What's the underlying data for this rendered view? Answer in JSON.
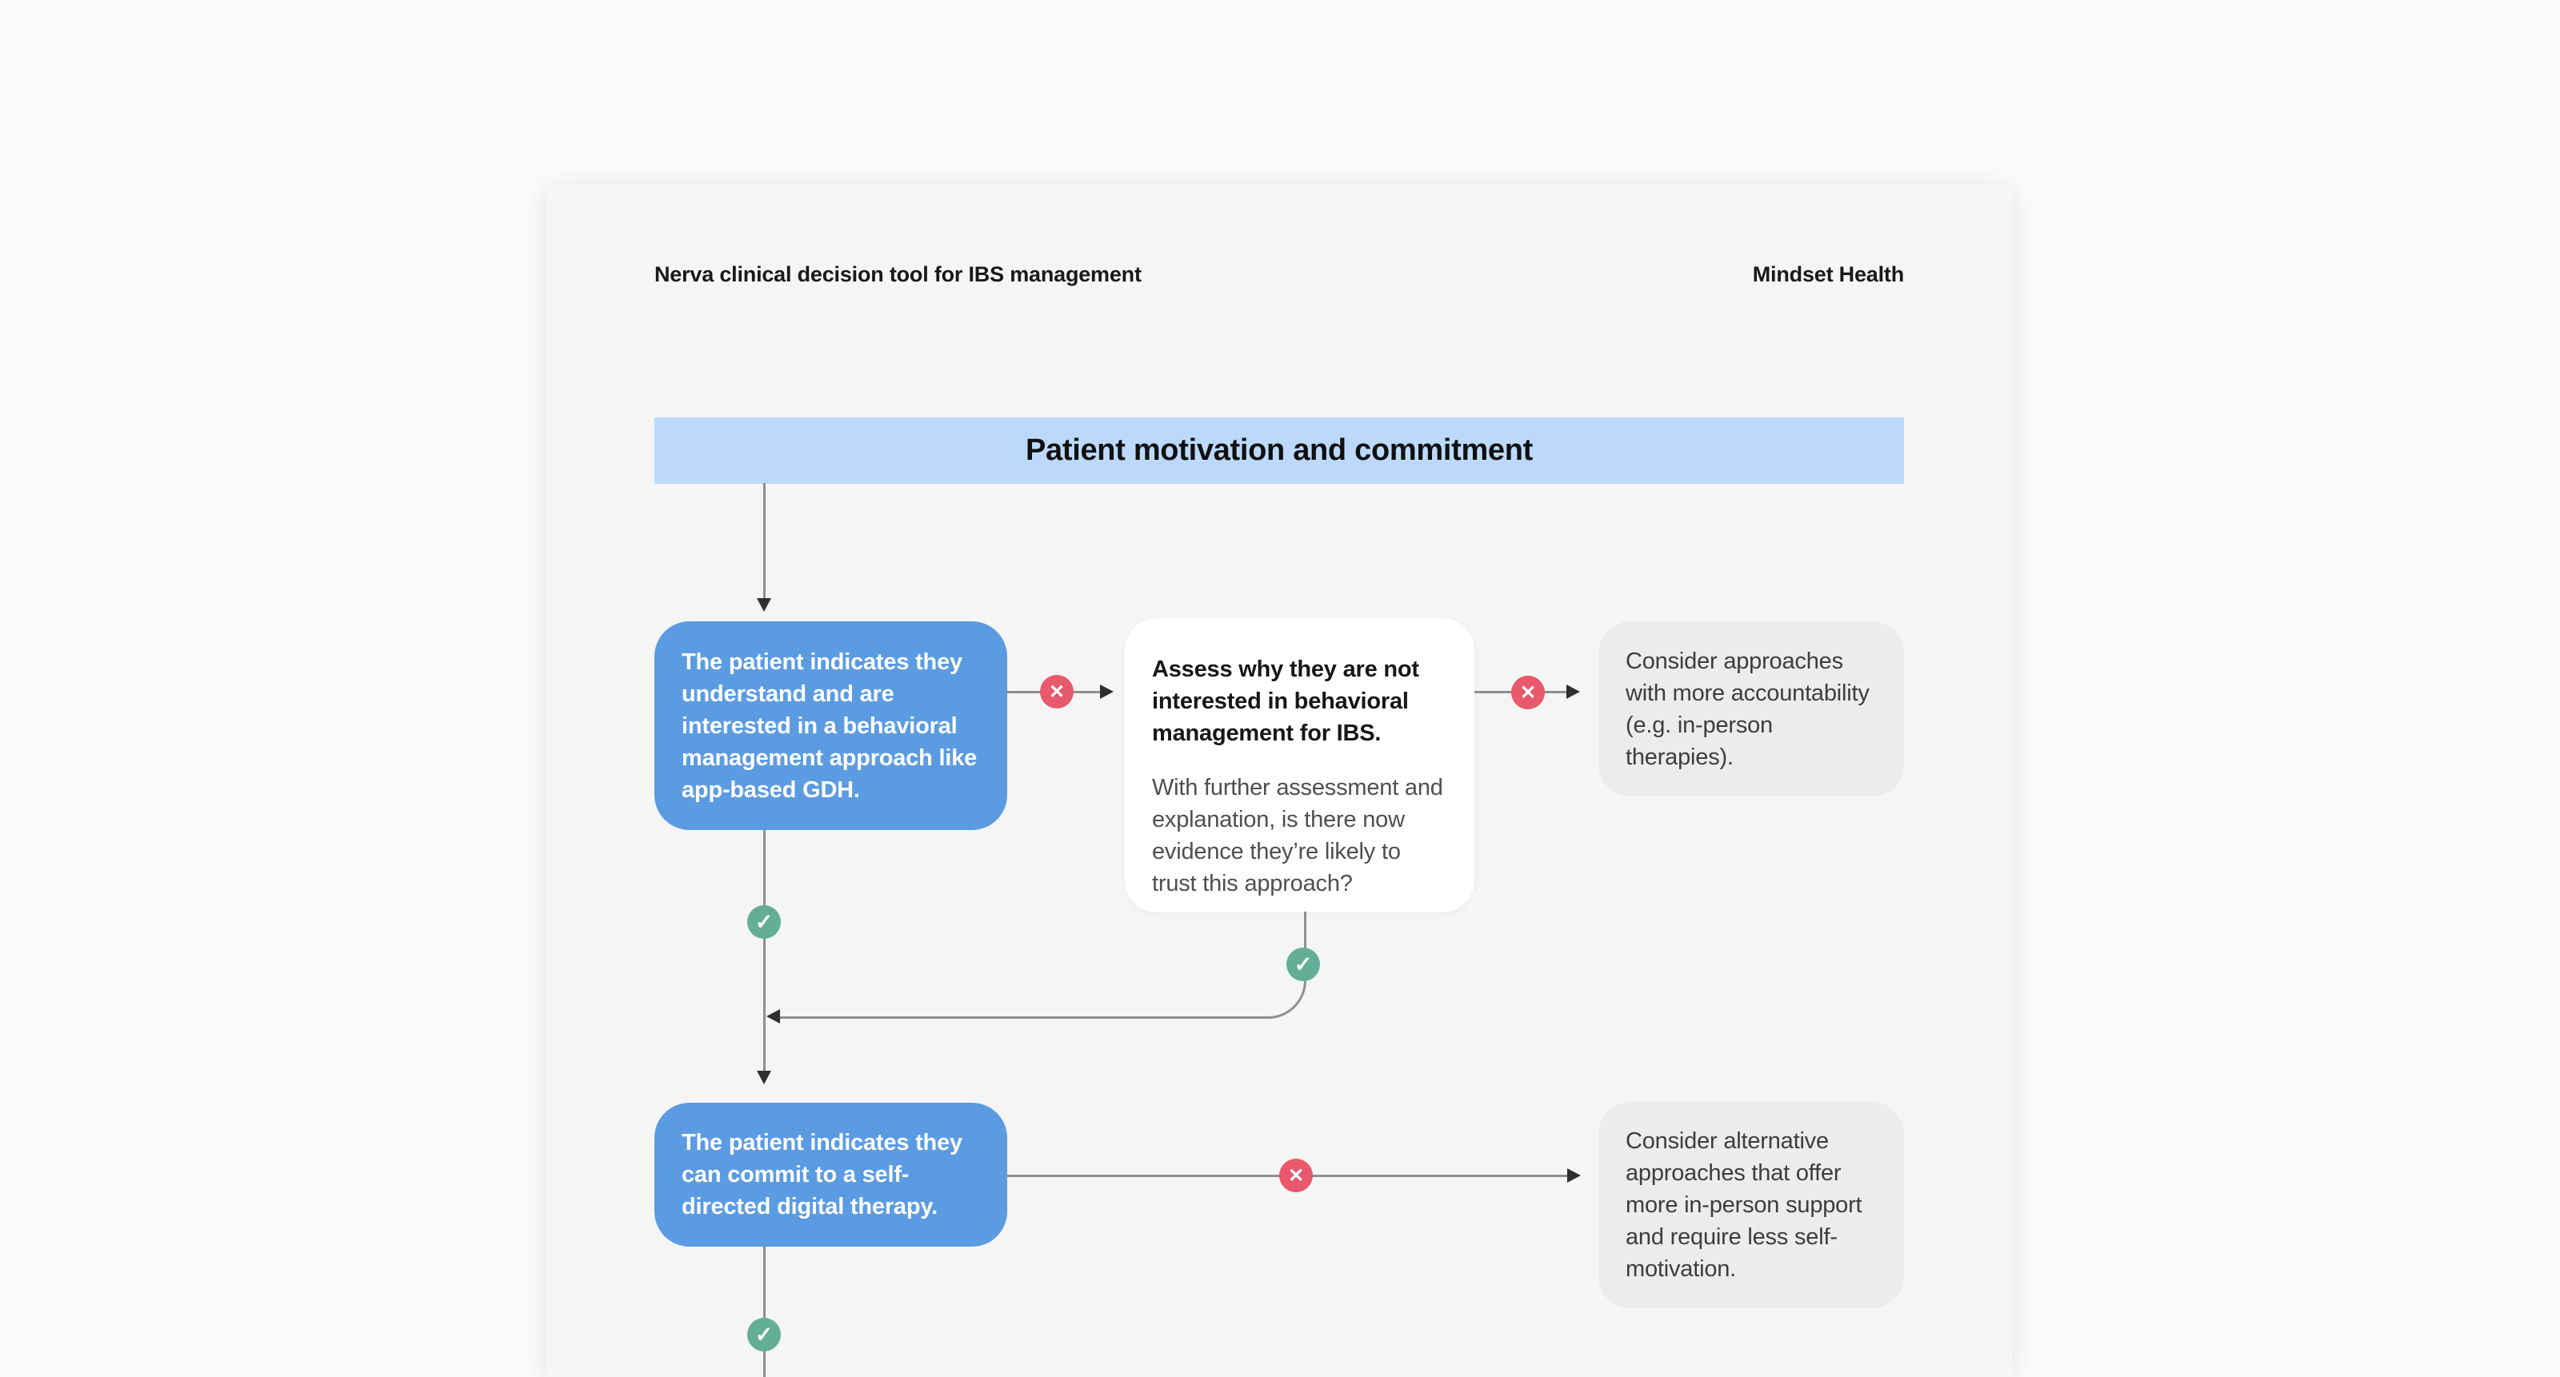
{
  "meta": {
    "header_left": "Nerva clinical decision tool for IBS management",
    "header_right": "Mindset Health"
  },
  "section": {
    "title": "Patient motivation and commitment"
  },
  "flow": {
    "decision1": {
      "text": "The patient indicates they understand and are interested in a behavioral management approach like app-based GDH."
    },
    "assess": {
      "title": "Assess why they are not interested in behavioral management for IBS.",
      "body": "With further assessment and explanation, is there now evidence they’re likely to trust this approach?"
    },
    "outcome1": {
      "text": "Consider approaches with more accountability (e.g. in-person therapies)."
    },
    "decision2": {
      "text": "The patient indicates they can commit to a self-directed digital therapy."
    },
    "outcome2": {
      "text": "Consider alternative approaches that offer more in-person support and require less self-motivation."
    }
  },
  "icons": {
    "cross": "✕",
    "check": "✓"
  },
  "colors": {
    "banner_blue": "#bcd9fb",
    "decision_blue": "#5b9be2",
    "outcome_gray": "#ececec",
    "cross_red": "#e8596b",
    "check_green": "#64ae97",
    "connector_gray": "#8f8f8f",
    "card_bg": "#f5f5f6"
  }
}
